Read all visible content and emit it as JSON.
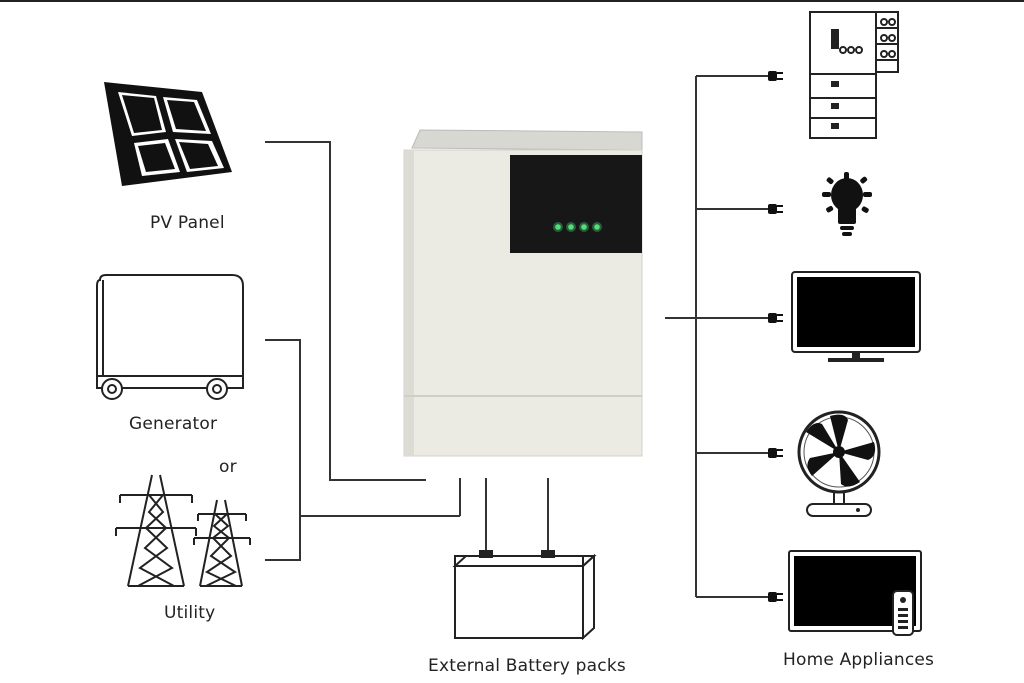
{
  "labels": {
    "pv_panel": "PV Panel",
    "generator": "Generator",
    "or": "or",
    "utility": "Utility",
    "battery": "External Battery packs",
    "appliances": "Home Appliances"
  },
  "inverter": {
    "led_color": "#4fe07a",
    "body_color": "#ebebe3",
    "panel_color": "#171717",
    "led_count": 4
  },
  "colors": {
    "line": "#333333",
    "icon": "#000000"
  },
  "icons": [
    "solar-panel-icon",
    "generator-icon",
    "power-tower-icon",
    "battery-icon",
    "fridge-icon",
    "light-bulb-icon",
    "monitor-icon",
    "fan-icon",
    "tv-icon",
    "remote-icon",
    "plug-icon"
  ]
}
